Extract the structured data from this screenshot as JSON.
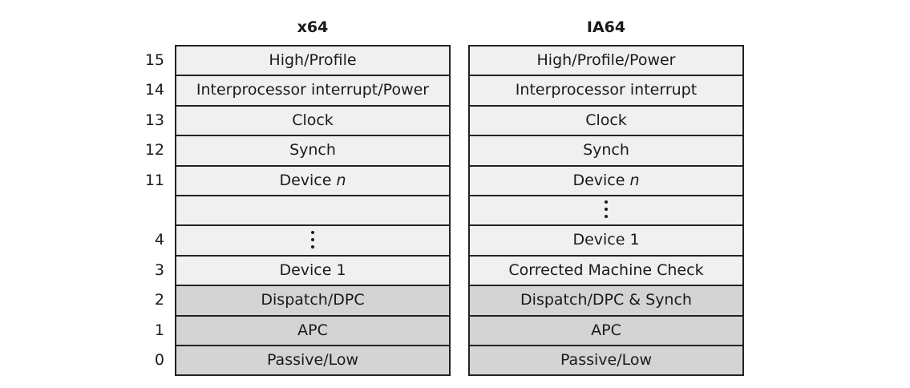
{
  "columns": [
    {
      "title": "x64",
      "cells": [
        {
          "text": "High/Profile",
          "italic_suffix": ""
        },
        {
          "text": "Interprocessor interrupt/Power",
          "italic_suffix": ""
        },
        {
          "text": "Clock",
          "italic_suffix": ""
        },
        {
          "text": "Synch",
          "italic_suffix": ""
        },
        {
          "text": "Device ",
          "italic_suffix": "n"
        },
        {
          "text": "",
          "italic_suffix": ""
        },
        {
          "text": "",
          "italic_suffix": "",
          "ellipsis": true
        },
        {
          "text": "Device 1",
          "italic_suffix": ""
        },
        {
          "text": "Dispatch/DPC",
          "italic_suffix": "",
          "low": true
        },
        {
          "text": "APC",
          "italic_suffix": "",
          "low": true
        },
        {
          "text": "Passive/Low",
          "italic_suffix": "",
          "low": true
        }
      ]
    },
    {
      "title": "IA64",
      "cells": [
        {
          "text": "High/Profile/Power",
          "italic_suffix": ""
        },
        {
          "text": "Interprocessor interrupt",
          "italic_suffix": ""
        },
        {
          "text": "Clock",
          "italic_suffix": ""
        },
        {
          "text": "Synch",
          "italic_suffix": ""
        },
        {
          "text": "Device ",
          "italic_suffix": "n"
        },
        {
          "text": "",
          "italic_suffix": "",
          "ellipsis": true
        },
        {
          "text": "Device 1",
          "italic_suffix": ""
        },
        {
          "text": "Corrected Machine Check",
          "italic_suffix": ""
        },
        {
          "text": "Dispatch/DPC & Synch",
          "italic_suffix": "",
          "low": true
        },
        {
          "text": "APC",
          "italic_suffix": "",
          "low": true
        },
        {
          "text": "Passive/Low",
          "italic_suffix": "",
          "low": true
        }
      ]
    }
  ],
  "levels": [
    "15",
    "14",
    "13",
    "12",
    "11",
    "",
    "4",
    "3",
    "2",
    "1",
    "0"
  ],
  "colors": {
    "upper_fill": "#f0f0f0",
    "lower_fill": "#d4d4d4",
    "border": "#222222"
  }
}
